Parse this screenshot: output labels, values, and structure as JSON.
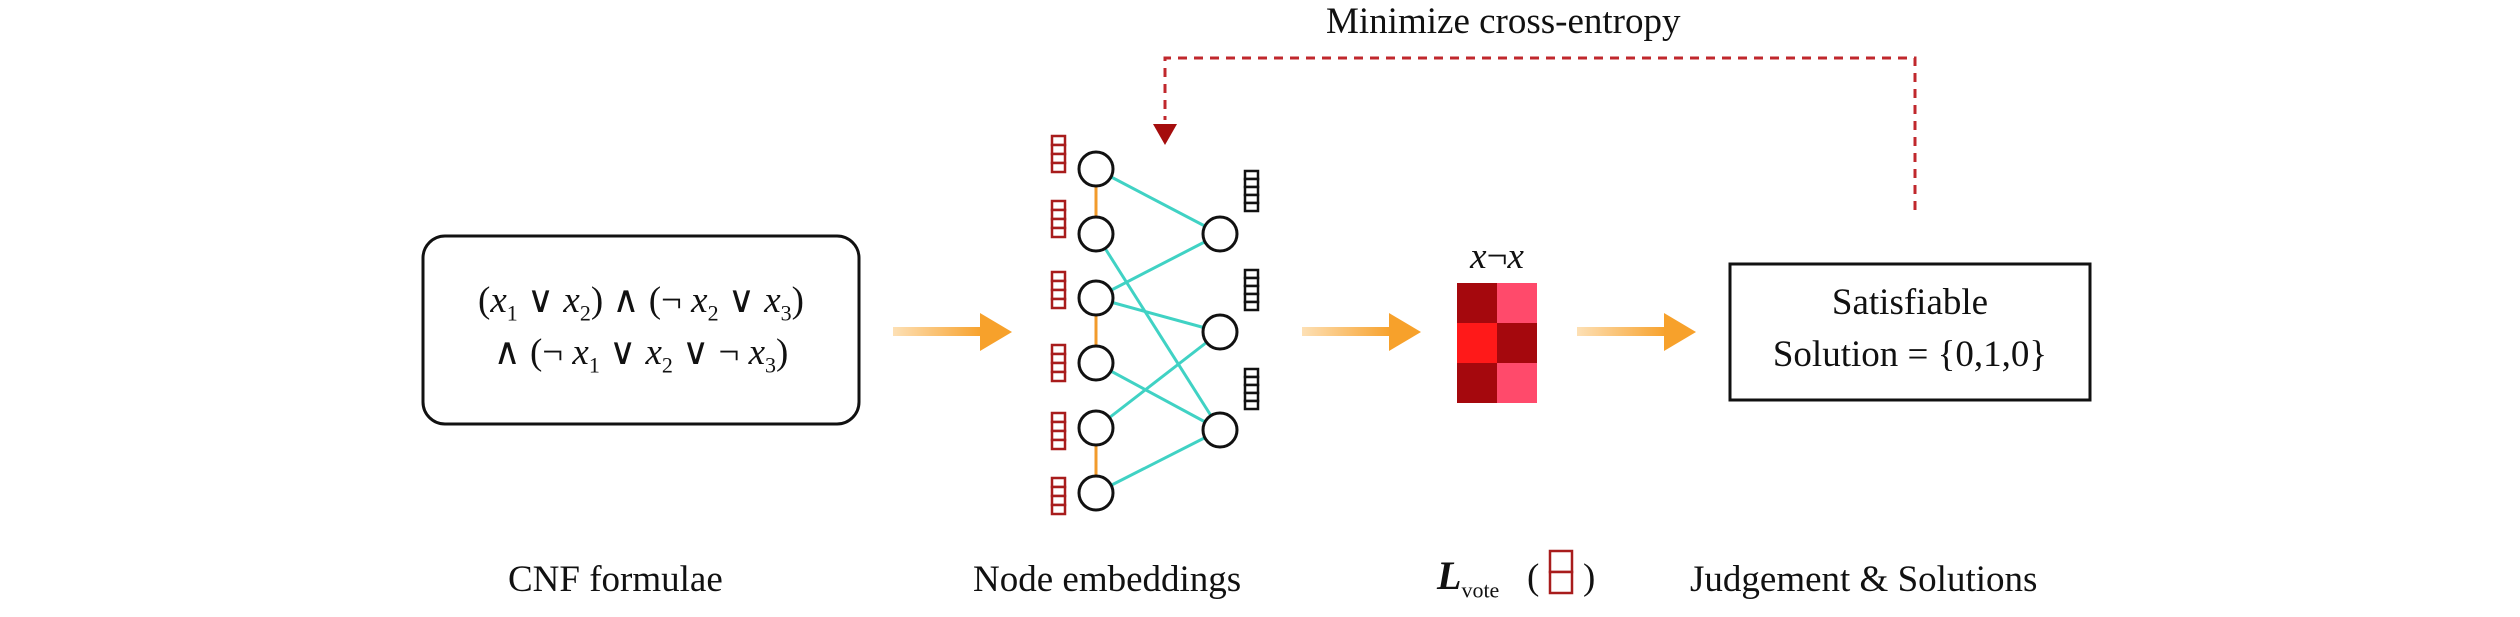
{
  "feedback": {
    "label": "Minimize cross-entropy"
  },
  "cnf": {
    "line1": {
      "o1": "(",
      "v1": "x",
      "s1": "1",
      "or1": " ∨ ",
      "v2": "x",
      "s2": "2",
      "c1": ") ∧ (¬ ",
      "v3": "x",
      "s3": "2",
      "or2": " ∨ ",
      "v4": "x",
      "s4": "3",
      "c2": ")"
    },
    "line2": {
      "o1": "∧ (¬ ",
      "v1": "x",
      "s1": "1",
      "or1": " ∨ ",
      "v2": "x",
      "s2": "2",
      "or2": " ∨ ¬ ",
      "v3": "x",
      "s3": "3",
      "c1": ")"
    }
  },
  "vote_header": {
    "x": "x",
    "neg": "¬",
    "x2": "x"
  },
  "result": {
    "line1": "Satisfiable",
    "line2": "Solution = {0,1,0}"
  },
  "labels": {
    "cnf": "CNF formulae",
    "nodes": "Node embeddings",
    "loss_main": "L",
    "loss_sub": "vote",
    "loss_open": "(",
    "loss_close": ")",
    "judgement": "Judgement & Solutions"
  },
  "colors": {
    "arrow_orange": "#f7a12b",
    "dashed_red": "#c0282d",
    "embed_red": "#a81c1c",
    "edge_cyan": "#40d2c4",
    "edge_orange": "#f29b2c",
    "vote_dark": "#a5080d",
    "vote_light": "#ff4a6b",
    "vote_bright": "#ff1919"
  }
}
